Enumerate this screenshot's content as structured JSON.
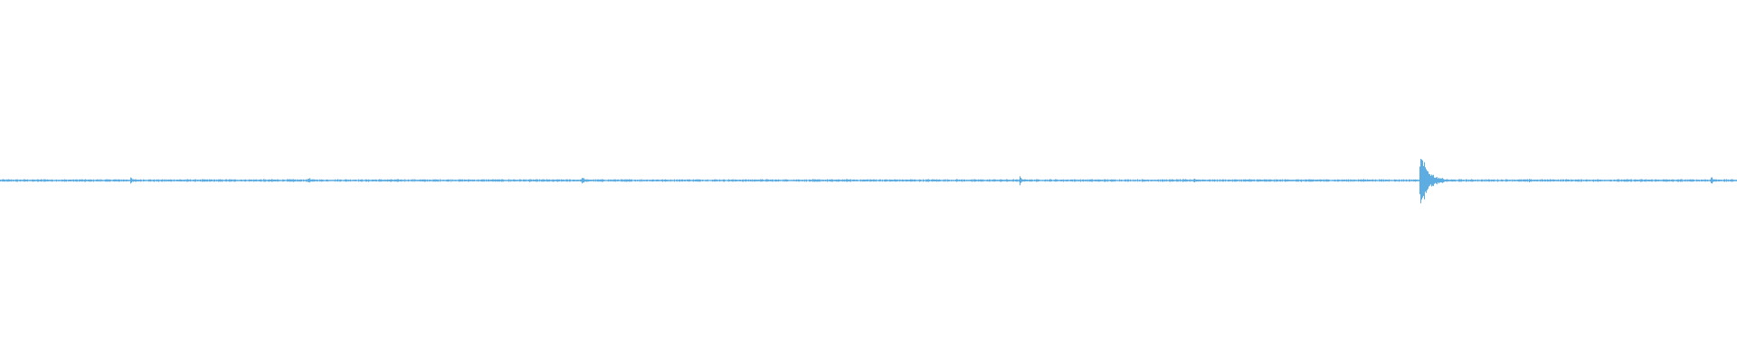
{
  "waveform": {
    "color": "#5dade2",
    "background": "#ffffff",
    "duration_fraction_events": [
      {
        "t": 0.025,
        "amp": 0.06
      },
      {
        "t": 0.075,
        "amp": 0.12
      },
      {
        "t": 0.177,
        "amp": 0.14
      },
      {
        "t": 0.226,
        "amp": 0.04
      },
      {
        "t": 0.284,
        "amp": 0.07
      },
      {
        "t": 0.335,
        "amp": 0.14
      },
      {
        "t": 0.435,
        "amp": 0.03
      },
      {
        "t": 0.485,
        "amp": 0.05
      },
      {
        "t": 0.537,
        "amp": 0.04
      },
      {
        "t": 0.587,
        "amp": 0.17
      },
      {
        "t": 0.687,
        "amp": 0.1
      },
      {
        "t": 0.74,
        "amp": 0.03
      },
      {
        "t": 0.785,
        "amp": 0.05
      },
      {
        "t": 0.817,
        "amp": 1.0
      },
      {
        "t": 0.88,
        "amp": 0.08
      },
      {
        "t": 0.892,
        "amp": 0.05
      },
      {
        "t": 0.935,
        "amp": 0.03
      },
      {
        "t": 0.985,
        "amp": 0.14
      }
    ]
  }
}
